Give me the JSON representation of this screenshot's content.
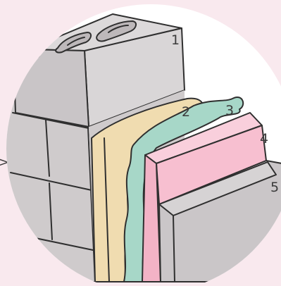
{
  "colors": {
    "page_background": "#f9e9ee",
    "circle": "#ffffff",
    "block_light": "#d9d6d7",
    "block_mid": "#cfcbcc",
    "block_dark": "#c4c0c2",
    "layer_2": "#f0dcb0",
    "layer_3": "#a7d7c8",
    "layer_4": "#f7bfd0",
    "layer_5": "#cac6c8",
    "outline": "#2f2f2f"
  },
  "labels": {
    "l1": "1",
    "l2": "2",
    "l3": "3",
    "l4": "4",
    "l5": "5",
    "arrow": ">"
  }
}
